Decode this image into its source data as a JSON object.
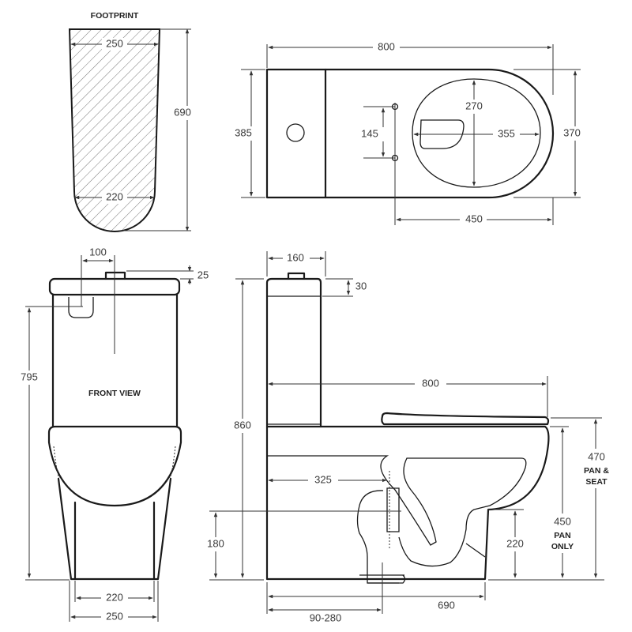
{
  "footprint": {
    "title": "FOOTPRINT",
    "top_width": "250",
    "bottom_width": "220",
    "length": "690"
  },
  "top_view": {
    "overall_length": "800",
    "tank_depth": "385",
    "bowl_width": "370",
    "bolt_spacing": "145",
    "seat_width": "270",
    "seat_length": "355",
    "bolt_to_front": "450"
  },
  "front_view": {
    "title": "FRONT VIEW",
    "button_offset": "100",
    "button_height": "25",
    "inlet_height": "795",
    "base_width_inner": "220",
    "base_width_outer": "250"
  },
  "side_view": {
    "tank_depth": "160",
    "button_height": "30",
    "overall_height": "860",
    "overall_length": "800",
    "outlet_setback": "325",
    "outlet_height": "180",
    "front_base_height": "220",
    "pan_height": "450",
    "pan_label_1": "PAN",
    "pan_label_2": "ONLY",
    "seat_height": "470",
    "seat_label_1": "PAN &",
    "seat_label_2": "SEAT",
    "base_length": "690",
    "set_out_range": "90-280"
  }
}
